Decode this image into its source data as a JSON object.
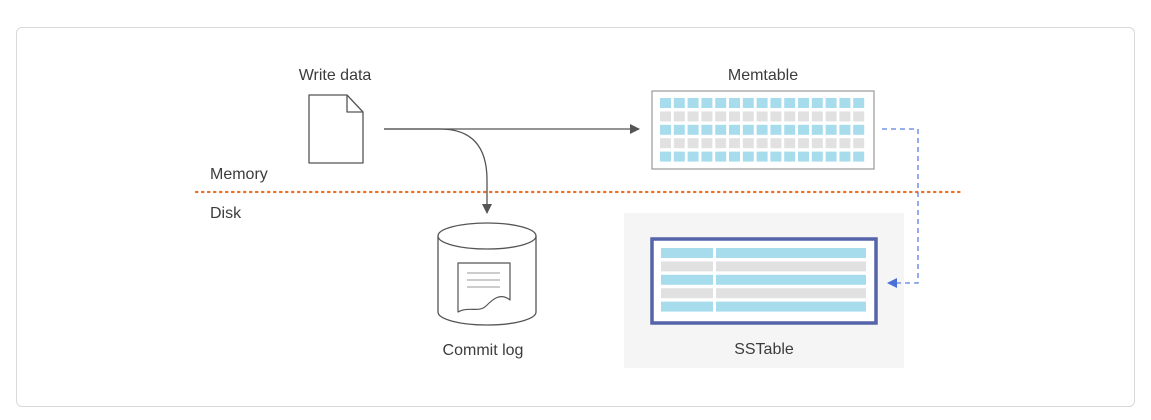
{
  "labels": {
    "write_data": "Write data",
    "memtable": "Memtable",
    "memory": "Memory",
    "disk": "Disk",
    "commit_log": "Commit log",
    "sstable": "SSTable"
  },
  "icons": {
    "write_data": "document-icon",
    "commit_log": "database-cylinder-icon",
    "commit_log_doc": "log-page-icon"
  },
  "colors": {
    "memory_disk_divider": "#e8742b",
    "flush_arrow": "#5b7fe0",
    "sstable_border": "#5563a8",
    "cell_accent": "#a6dcec",
    "cell_muted": "#e1e1e1",
    "sstable_panel": "#f5f5f5",
    "arrow": "#555555"
  }
}
